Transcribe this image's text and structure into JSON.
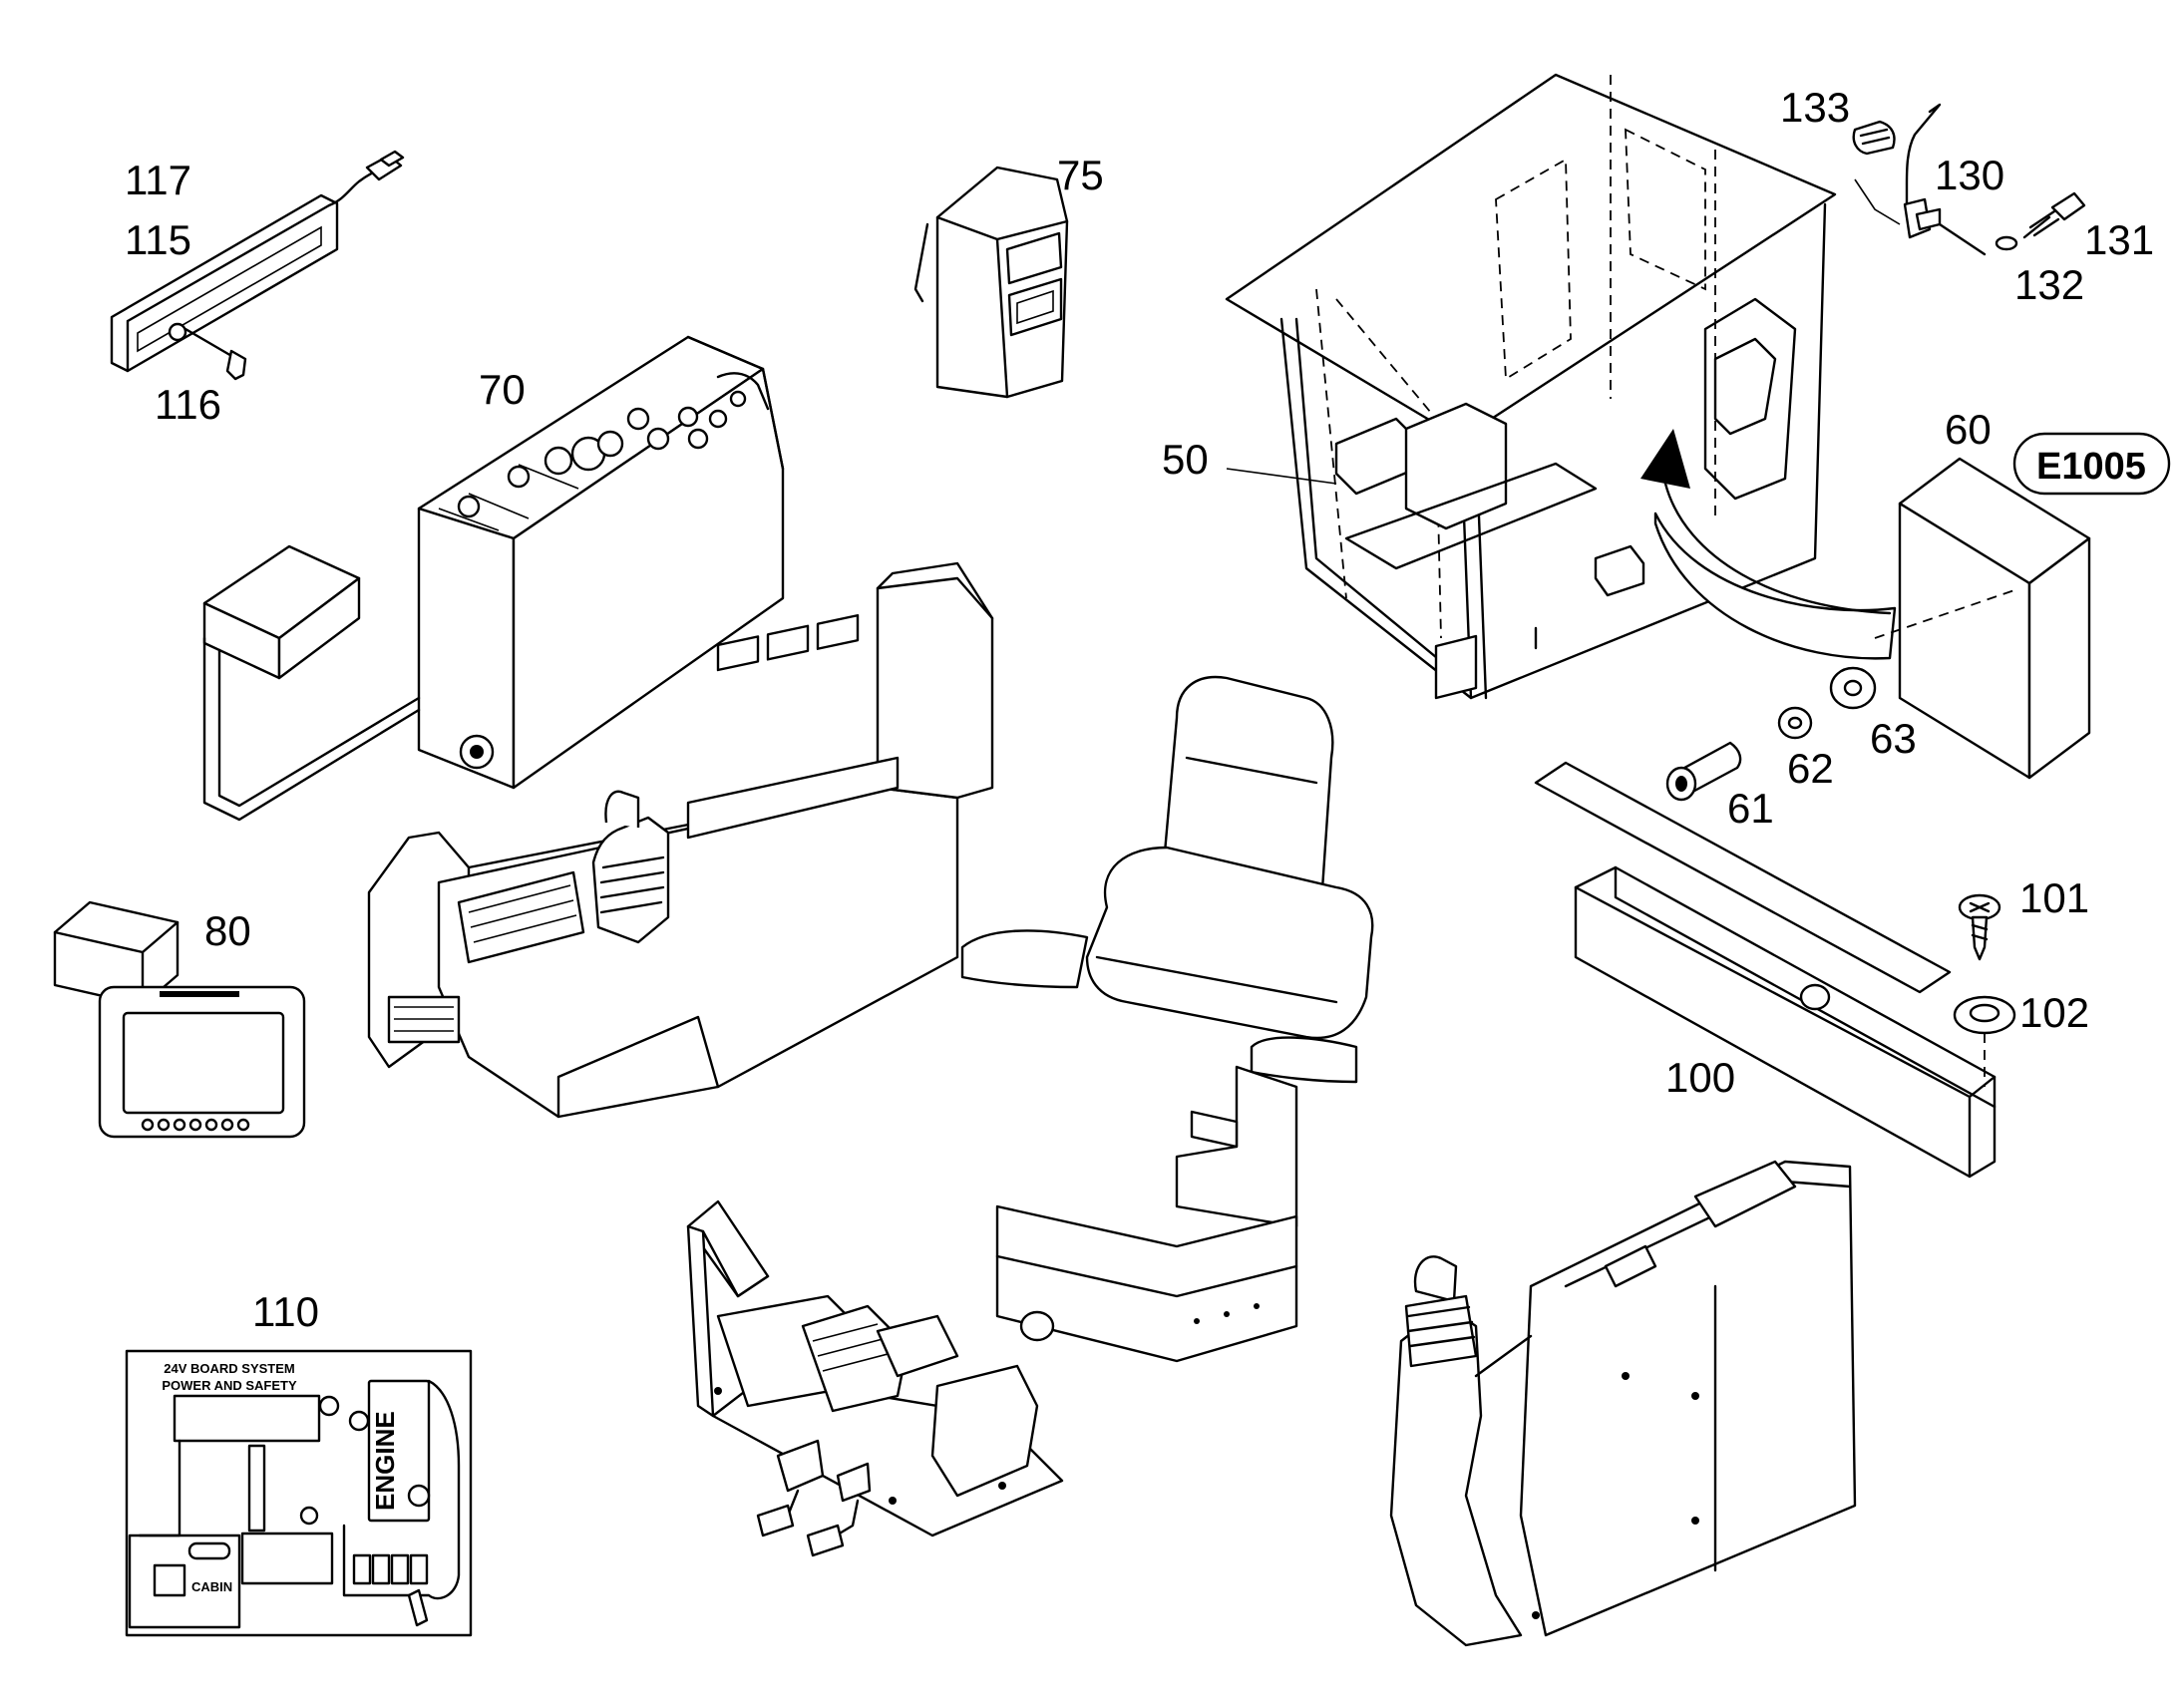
{
  "callouts": {
    "c117": "117",
    "c115": "115",
    "c116": "116",
    "c75": "75",
    "c133": "133",
    "c130": "130",
    "c131": "131",
    "c132": "132",
    "c70": "70",
    "c50": "50",
    "c60": "60",
    "c63": "63",
    "c62": "62",
    "c61": "61",
    "c80": "80",
    "c101": "101",
    "c102": "102",
    "c100": "100",
    "c110": "110"
  },
  "badge": {
    "code": "E1005"
  },
  "decal": {
    "title_line1": "24V BOARD SYSTEM",
    "title_line2": "POWER AND SAFETY",
    "engine": "ENGINE",
    "cabin": "CABIN"
  }
}
